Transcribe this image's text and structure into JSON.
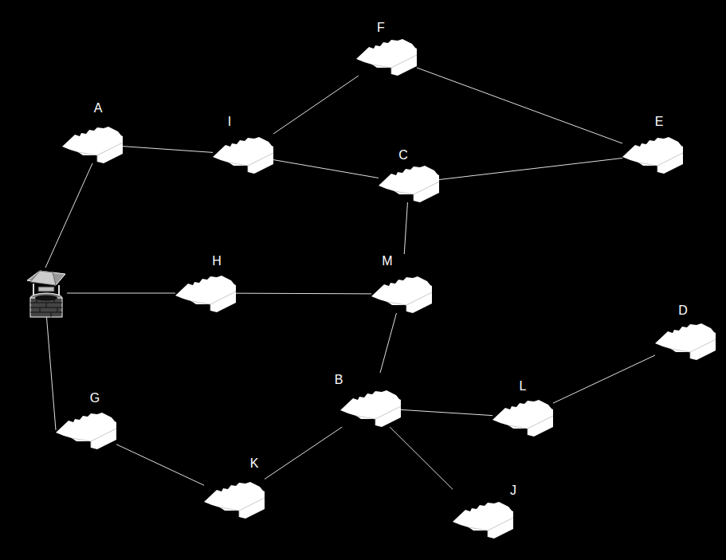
{
  "diagram": {
    "nodes": [
      {
        "text": [
          "F"
        ]
      },
      {
        "text": [
          "A"
        ]
      },
      {
        "text": [
          "I"
        ]
      },
      {
        "text": [
          "C"
        ]
      },
      {
        "text": [
          "E"
        ]
      },
      {
        "text": [
          "H"
        ]
      },
      {
        "text": [
          "M"
        ]
      },
      {
        "text": [
          "B"
        ]
      },
      {
        "text": [
          "L"
        ]
      },
      {
        "text": [
          "D"
        ]
      },
      {
        "text": [
          "G"
        ]
      },
      {
        "text": [
          "K"
        ]
      },
      {
        "text": [
          "J"
        ]
      }
    ],
    "edges": [
      {
        "from": 1,
        "to": 2,
        "arrow": "none"
      },
      {
        "from": 2,
        "to": 0,
        "arrow": "none"
      },
      {
        "from": 0,
        "to": 4,
        "arrow": "none"
      },
      {
        "from": 2,
        "to": 3,
        "arrow": "none"
      },
      {
        "from": 3,
        "to": 4,
        "arrow": "none"
      },
      {
        "from": 3,
        "to": 6,
        "arrow": "none"
      },
      {
        "from": 5,
        "to": 6,
        "arrow": "none"
      },
      {
        "from": 6,
        "to": 7,
        "arrow": "none"
      },
      {
        "from": 7,
        "to": 8,
        "arrow": "none"
      },
      {
        "from": 8,
        "to": 9,
        "arrow": "none"
      },
      {
        "from": 7,
        "to": 12,
        "arrow": "none"
      },
      {
        "from": 7,
        "to": 11,
        "arrow": "none"
      },
      {
        "from": 10,
        "to": 11,
        "arrow": "none"
      }
    ]
  }
}
